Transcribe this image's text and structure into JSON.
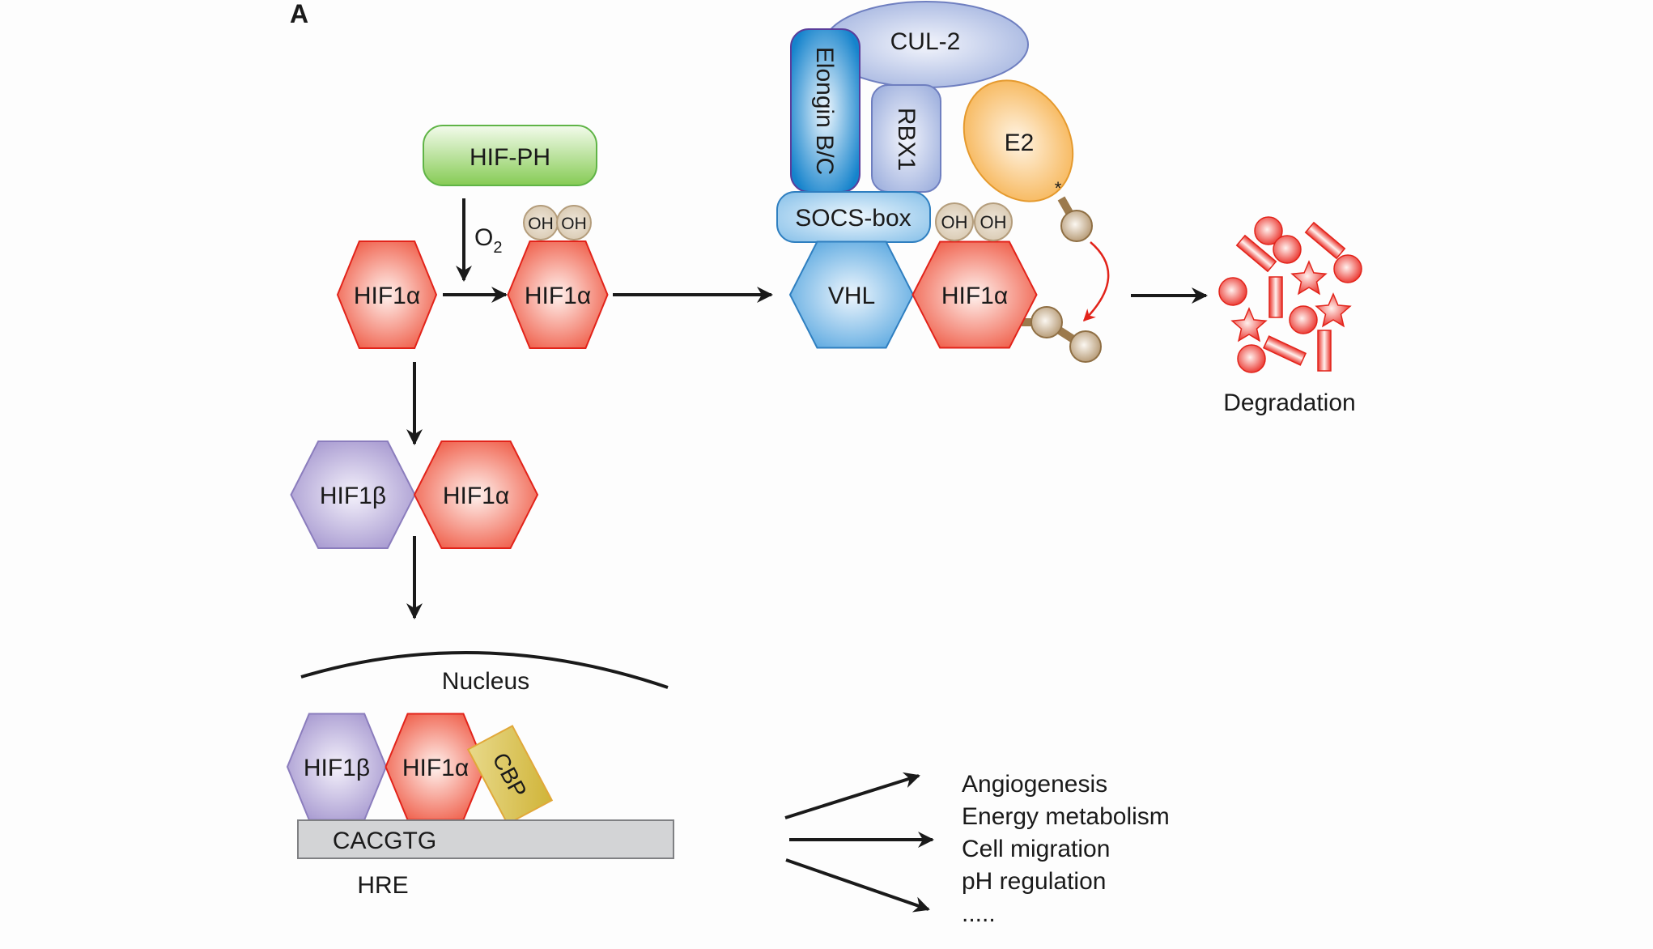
{
  "panel_label": "A",
  "enzyme": {
    "label": "HIF-PH"
  },
  "cofactor": {
    "label": "O",
    "subscript": "2"
  },
  "hydroxyl": {
    "label": "OH"
  },
  "hif1a": {
    "label": "HIF1α"
  },
  "hif1b": {
    "label": "HIF1β"
  },
  "complex": {
    "cul2": "CUL-2",
    "elongin": "Elongin B/C",
    "rbx1": "RBX1",
    "socs": "SOCS-box",
    "vhl": "VHL",
    "e2": "E2",
    "e2_mark": "*"
  },
  "degradation": {
    "label": "Degradation"
  },
  "nucleus": {
    "label": "Nucleus"
  },
  "cbp": {
    "label": "CBP"
  },
  "dna": {
    "sequence": "CACGTG",
    "label": "HRE"
  },
  "outcomes": [
    "Angiogenesis",
    "Energy metabolism",
    "Cell migration",
    "pH regulation",
    "....."
  ],
  "colors": {
    "hif1a_fill": "#ef5a45",
    "hif1a_stroke": "#e2231a",
    "hif1b_fill": "#a89ad0",
    "hif1b_stroke": "#8b7dbd",
    "vhl_fill": "#5aa8e0",
    "elongin_fill": "#1583cc",
    "cul2_fill": "#a9b9e2",
    "e2_fill": "#f6b252",
    "hifph_fill": "#8ccf5c",
    "ub_fill": "#b99a6e",
    "oh_fill": "#dccdb6",
    "cbp_fill": "#dcc24a",
    "dna_fill": "#d3d4d6"
  }
}
